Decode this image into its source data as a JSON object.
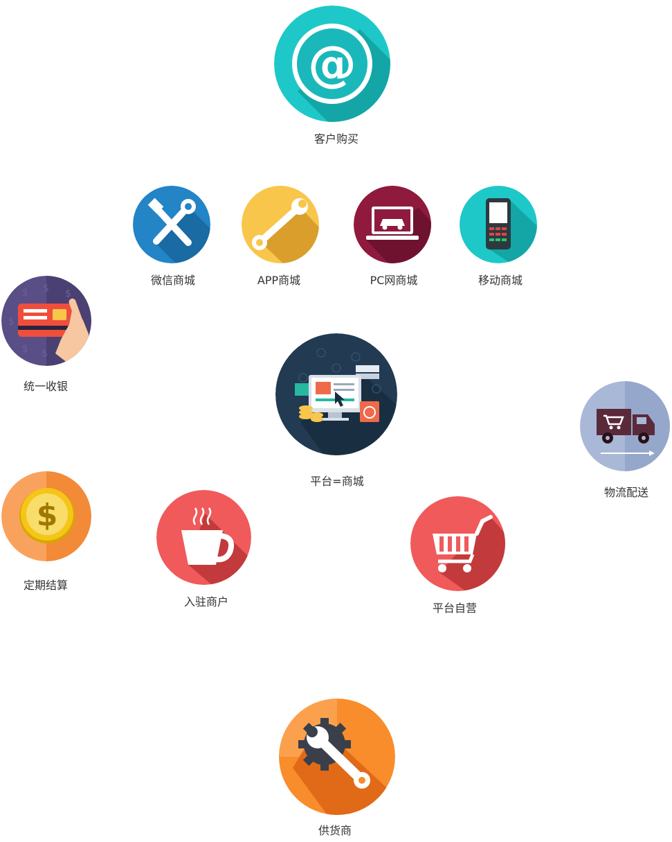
{
  "nodes": {
    "customer": {
      "label": "客户购买",
      "icon": "at-sign-icon",
      "color": "#1ec8c8"
    },
    "wechat": {
      "label": "微信商城",
      "icon": "tools-icon",
      "color": "#2384c6"
    },
    "app": {
      "label": "APP商城",
      "icon": "wrench-icon",
      "color": "#f9c64c"
    },
    "pc": {
      "label": "PC网商城",
      "icon": "laptop-car-icon",
      "color": "#8f1a3e"
    },
    "mobile": {
      "label": "移动商城",
      "icon": "mobile-phone-icon",
      "color": "#1ec8c8"
    },
    "cashier": {
      "label": "统一收银",
      "icon": "payment-card-icon",
      "color": "#5a4e86"
    },
    "platform": {
      "label": "平台=商城",
      "icon": "online-shop-icon",
      "color": "#223a52"
    },
    "logistics": {
      "label": "物流配送",
      "icon": "delivery-truck-icon",
      "color": "#a9b8d6"
    },
    "settlement": {
      "label": "定期结算",
      "icon": "dollar-coin-icon",
      "color": "#f7974a"
    },
    "merchant": {
      "label": "入驻商户",
      "icon": "coffee-cup-icon",
      "color": "#f05a5b"
    },
    "selfrun": {
      "label": "平台自营",
      "icon": "shopping-cart-icon",
      "color": "#f05a5b"
    },
    "supplier": {
      "label": "供货商",
      "icon": "gear-wrench-icon",
      "color": "#f98c2b"
    }
  }
}
